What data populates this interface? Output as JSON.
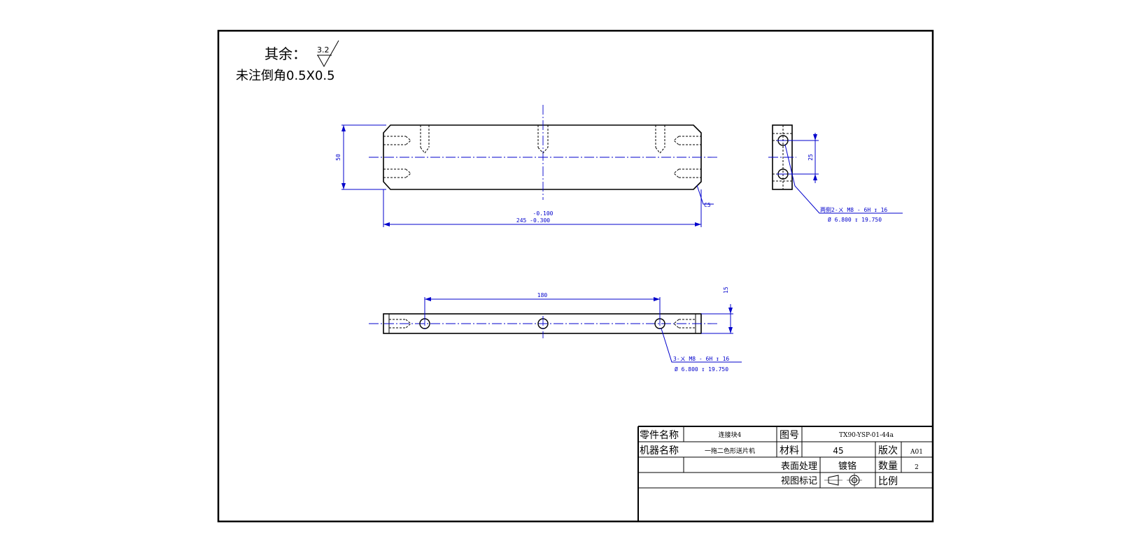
{
  "notes": {
    "surface_prefix": "其余：",
    "roughness_value": "3.2",
    "chamfer_note": "未注倒角0.5X0.5"
  },
  "front_view": {
    "height_dim": "50",
    "length_tol_upper": "-0.100",
    "length_dim": "245 -0.300",
    "chamfer_label": "C5"
  },
  "side_view": {
    "spacing_dim": "25",
    "thread_line1": "两侧2-ㄨ  M8 - 6H  ↧ 16",
    "thread_line2": "Ø 6.800  ↧ 19.750"
  },
  "bottom_view": {
    "spacing_dim": "180",
    "thickness_dim": "15",
    "thread_line1": "3-ㄨ  M8 - 6H  ↧ 16",
    "thread_line2": "Ø 6.800  ↧ 19.750"
  },
  "title_block": {
    "part_name_label": "零件名称",
    "part_name_value": "连接块4",
    "drawing_no_label": "图号",
    "drawing_no_value": "TX90-YSP-01-44a",
    "machine_name_label": "机器名称",
    "machine_name_value": "一拖二色形送片机",
    "material_label": "材料",
    "material_value": "45",
    "version_label": "版次",
    "version_value": "A01",
    "surface_treatment_label": "表面处理",
    "surface_treatment_value": "镀铬",
    "quantity_label": "数量",
    "quantity_value": "2",
    "view_mark_label": "视图标记",
    "scale_label": "比例",
    "scale_value": ""
  },
  "colors": {
    "outline": "#000000",
    "dimension": "#0000cc"
  }
}
